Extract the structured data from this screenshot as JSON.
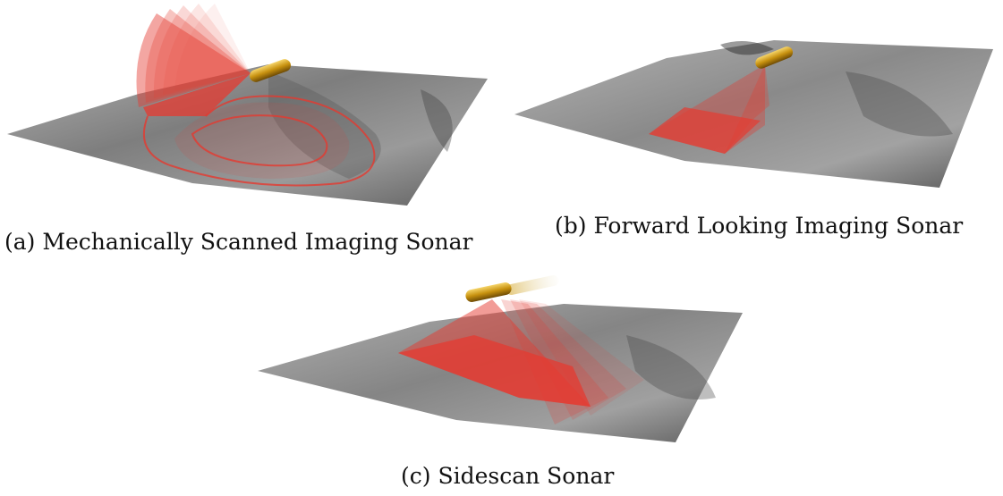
{
  "figure": {
    "panels": [
      {
        "id": "a",
        "caption": "(a) Mechanically Scanned Imaging Sonar",
        "sonar_type": "mechanically-scanned",
        "beam_color": "#e53a30",
        "vehicle_color": "#d9a21a"
      },
      {
        "id": "b",
        "caption": "(b) Forward Looking Imaging Sonar",
        "sonar_type": "forward-looking",
        "beam_color": "#e53a30",
        "vehicle_color": "#d9a21a"
      },
      {
        "id": "c",
        "caption": "(c) Sidescan Sonar",
        "sonar_type": "sidescan",
        "beam_color": "#e53a30",
        "vehicle_color": "#d9a21a"
      }
    ]
  }
}
